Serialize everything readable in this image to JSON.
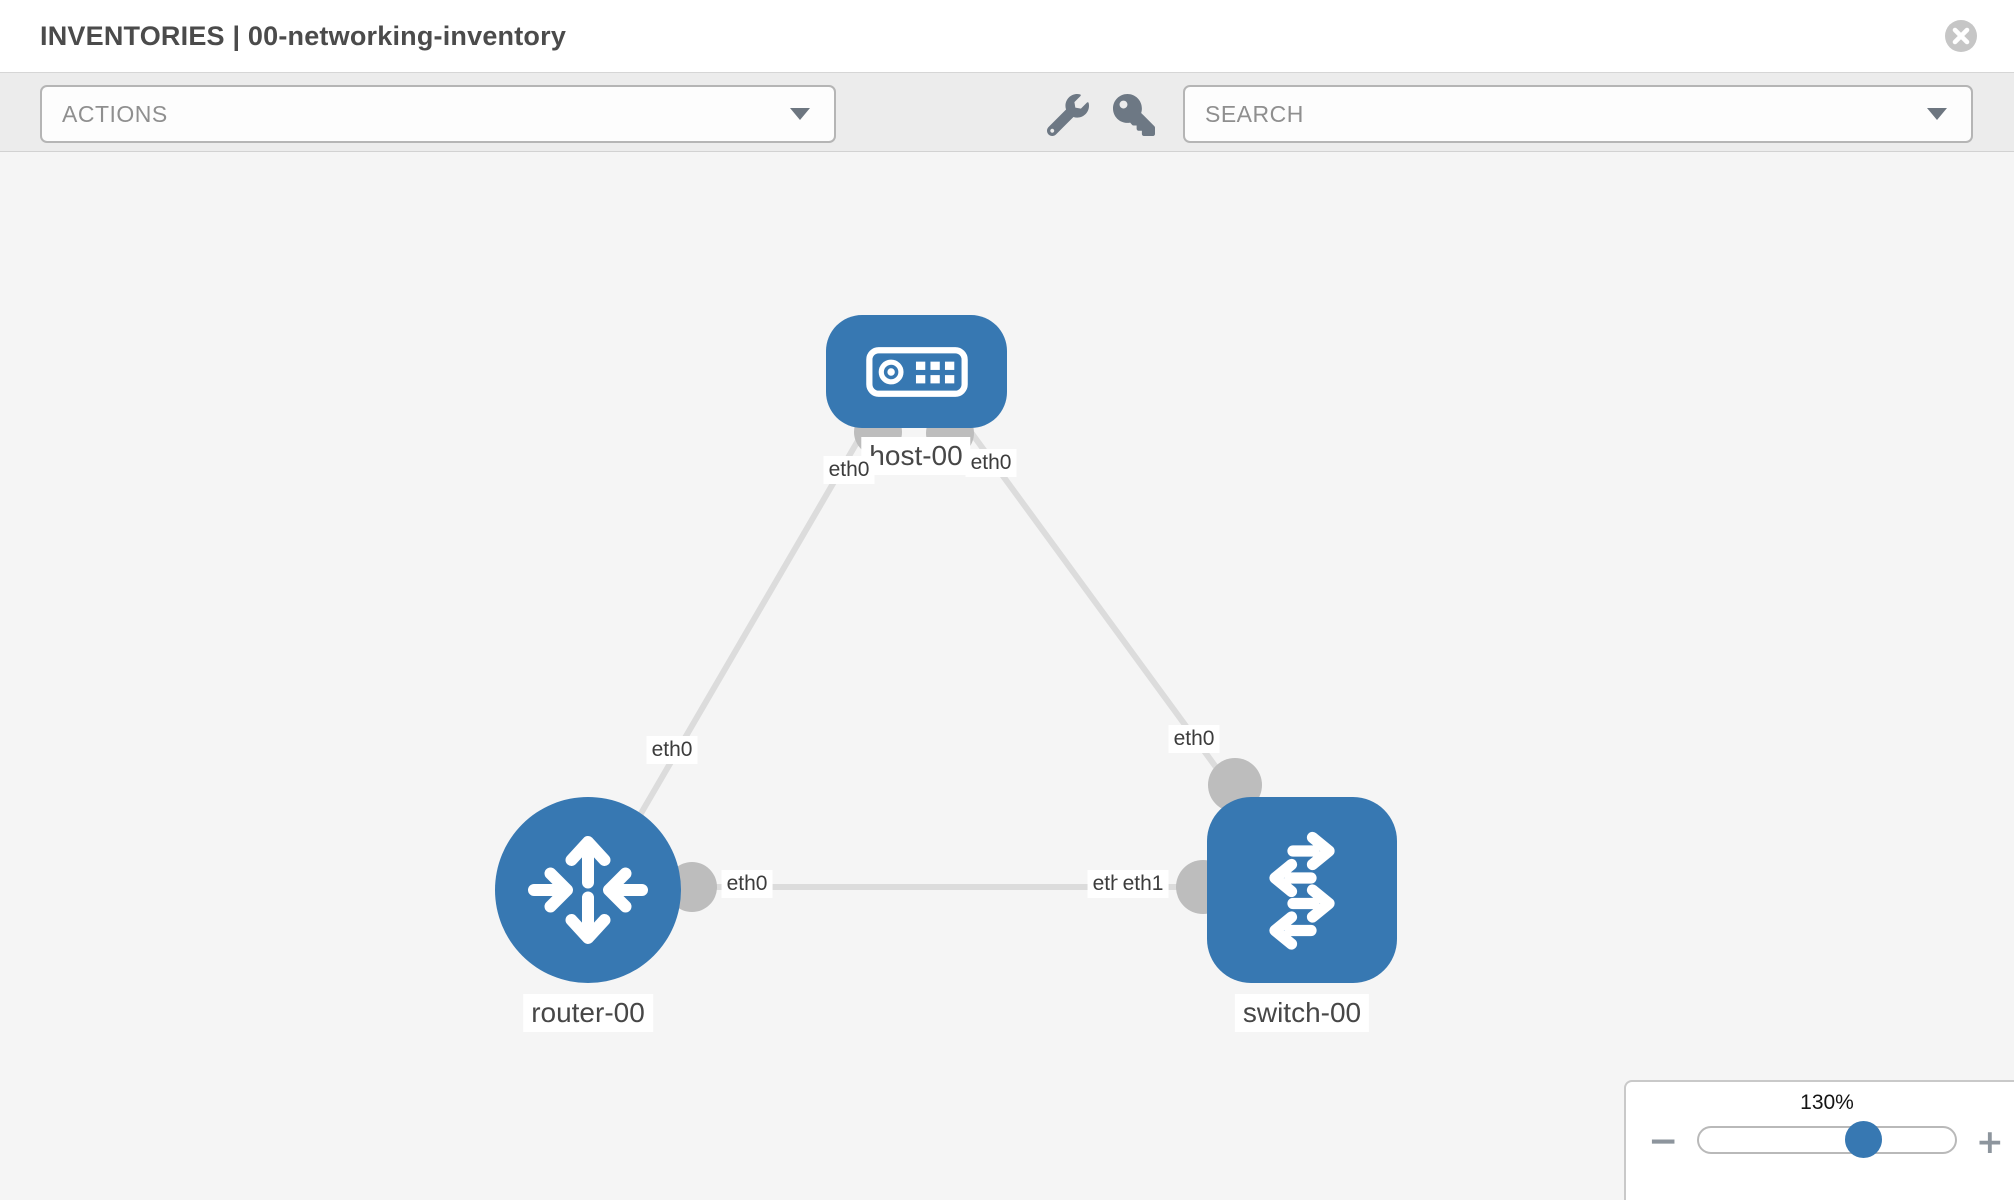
{
  "header": {
    "title": "INVENTORIES | 00-networking-inventory"
  },
  "toolbar": {
    "actions_label": "ACTIONS",
    "search_label": "SEARCH"
  },
  "icons": {
    "close": "x-circle",
    "wrench": "wrench",
    "key": "key",
    "actions_caret": "chevron-down",
    "search_caret": "chevron-down",
    "host": "server",
    "router": "router-arrows",
    "switch": "switch-arrows",
    "zoom_out": "minus",
    "zoom_in": "plus"
  },
  "topology": {
    "nodes": [
      {
        "id": "host-00",
        "type": "host",
        "label": "host-00"
      },
      {
        "id": "router-00",
        "type": "router",
        "label": "router-00"
      },
      {
        "id": "switch-00",
        "type": "switch",
        "label": "switch-00"
      }
    ],
    "links": [
      {
        "source": "host-00",
        "source_interface": "eth0",
        "target": "router-00",
        "target_interface": "eth0"
      },
      {
        "source": "host-00",
        "source_interface": "eth0",
        "target": "switch-00",
        "target_interface": "eth0"
      },
      {
        "source": "router-00",
        "source_interface": "eth0",
        "target": "switch-00",
        "target_interface": "eth1"
      }
    ],
    "interface_labels": {
      "host_to_router_at_host": "eth0",
      "host_to_switch_at_host": "eth0",
      "host_to_router_at_router": "eth0",
      "router_to_switch_at_router": "eth0",
      "host_to_switch_at_switch": "eth0",
      "router_to_switch_at_switch_under": "eth0",
      "router_to_switch_at_switch": "eth1"
    }
  },
  "zoom_control": {
    "level": "130%",
    "minus_label": "−",
    "plus_label": "+"
  },
  "colors": {
    "node_blue": "#3778b2",
    "accent_blue": "#3778b2",
    "link_gray": "#dcdcdc",
    "port_gray": "#bdbdbd",
    "toolbar_bg": "#ececec",
    "canvas_bg": "#f5f5f5"
  }
}
